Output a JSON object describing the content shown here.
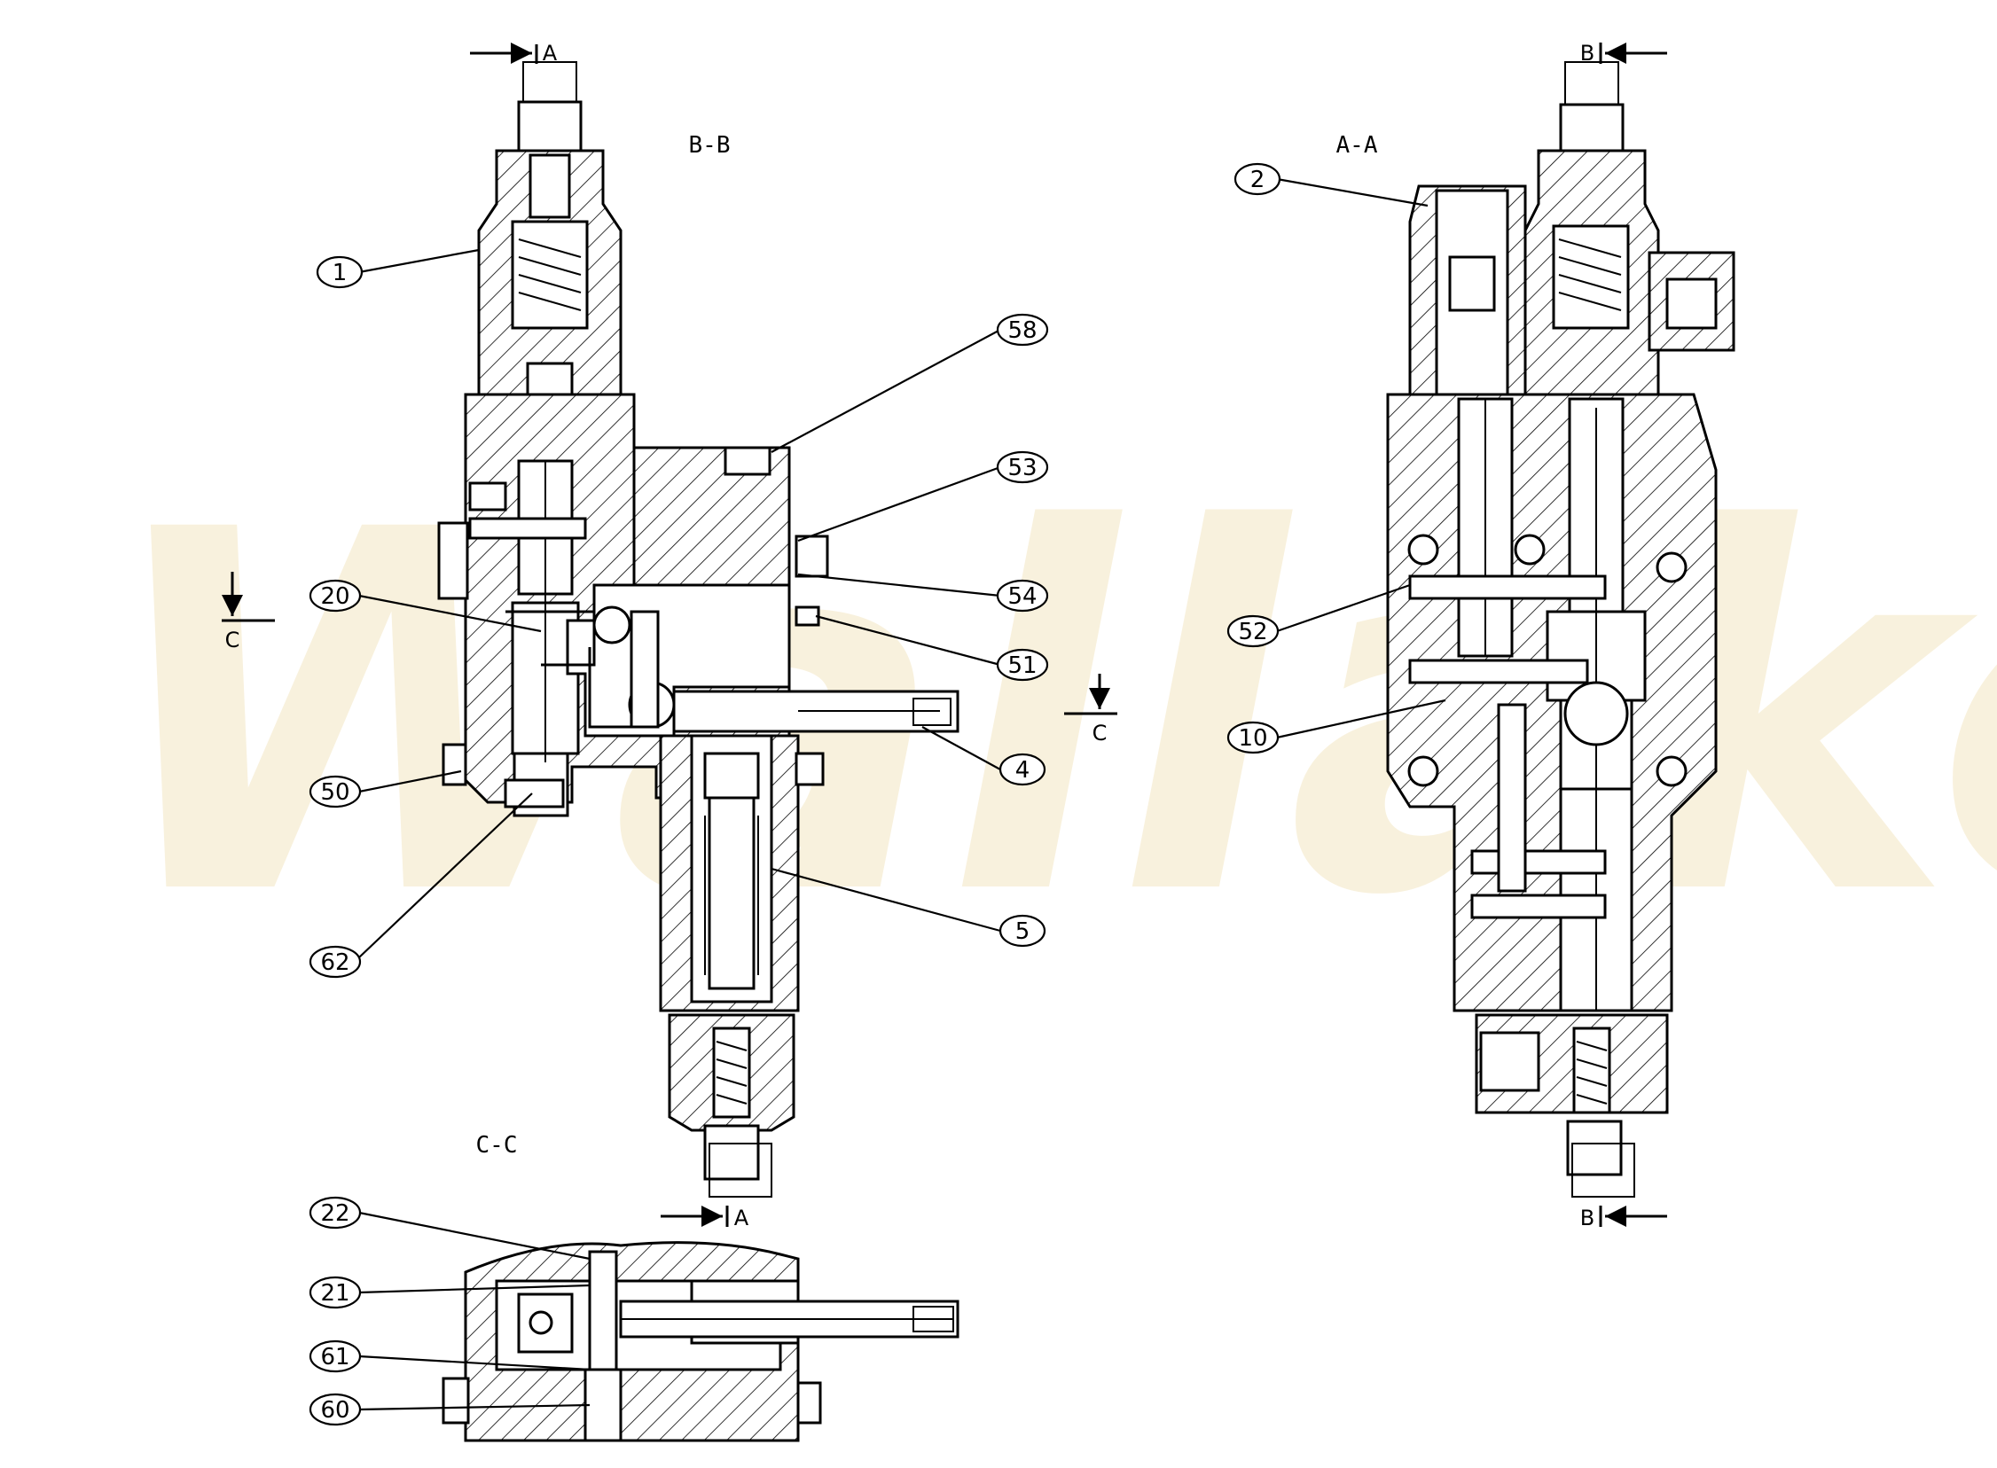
{
  "watermark": "Wallako",
  "sections": {
    "bb": "B-B",
    "aa": "A-A",
    "cc": "C-C"
  },
  "cut_marks": {
    "a_top": "A",
    "a_bottom": "A",
    "b_top": "B",
    "b_bottom": "B",
    "c_left": "C",
    "c_right": "C"
  },
  "part_tags": {
    "t1": "1",
    "t2": "2",
    "t4": "4",
    "t5": "5",
    "t10": "10",
    "t20": "20",
    "t21": "21",
    "t22": "22",
    "t50": "50",
    "t51": "51",
    "t52": "52",
    "t53": "53",
    "t54": "54",
    "t58": "58",
    "t60": "60",
    "t61": "61",
    "t62": "62"
  }
}
